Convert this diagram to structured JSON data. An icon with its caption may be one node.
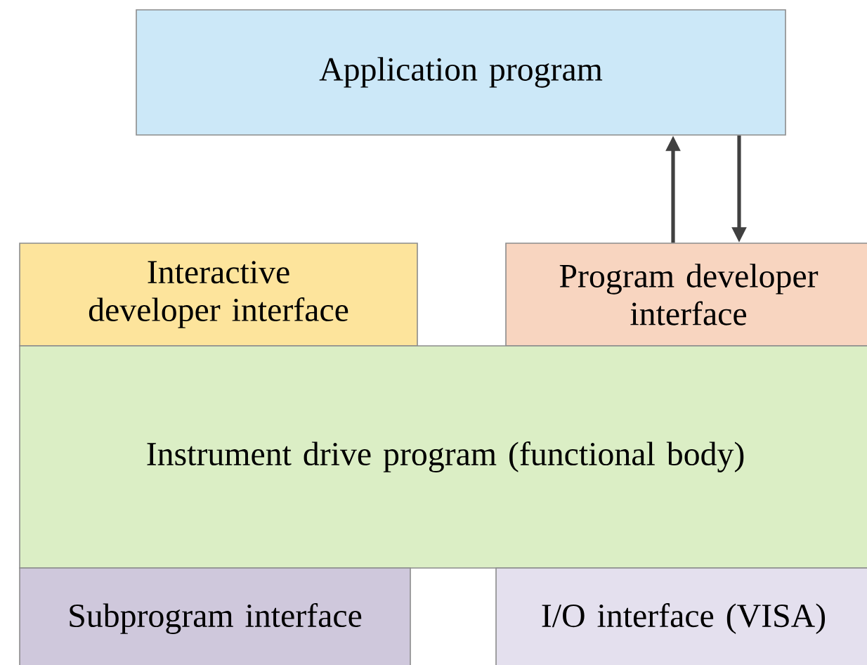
{
  "diagram": {
    "nodes": [
      {
        "text": [
          "Application program"
        ]
      },
      {
        "text": [
          "Interactive developer interface"
        ]
      },
      {
        "text": [
          "Program developer interface"
        ]
      },
      {
        "text": [
          "Instrument drive program (functional body)"
        ]
      },
      {
        "text": [
          "Subprogram interface"
        ]
      },
      {
        "text": [
          "I/O interface (VISA)"
        ]
      }
    ],
    "edges": [
      {
        "from": 2,
        "to": 0,
        "arrow": "to"
      },
      {
        "from": 0,
        "to": 2,
        "arrow": "to"
      }
    ]
  }
}
